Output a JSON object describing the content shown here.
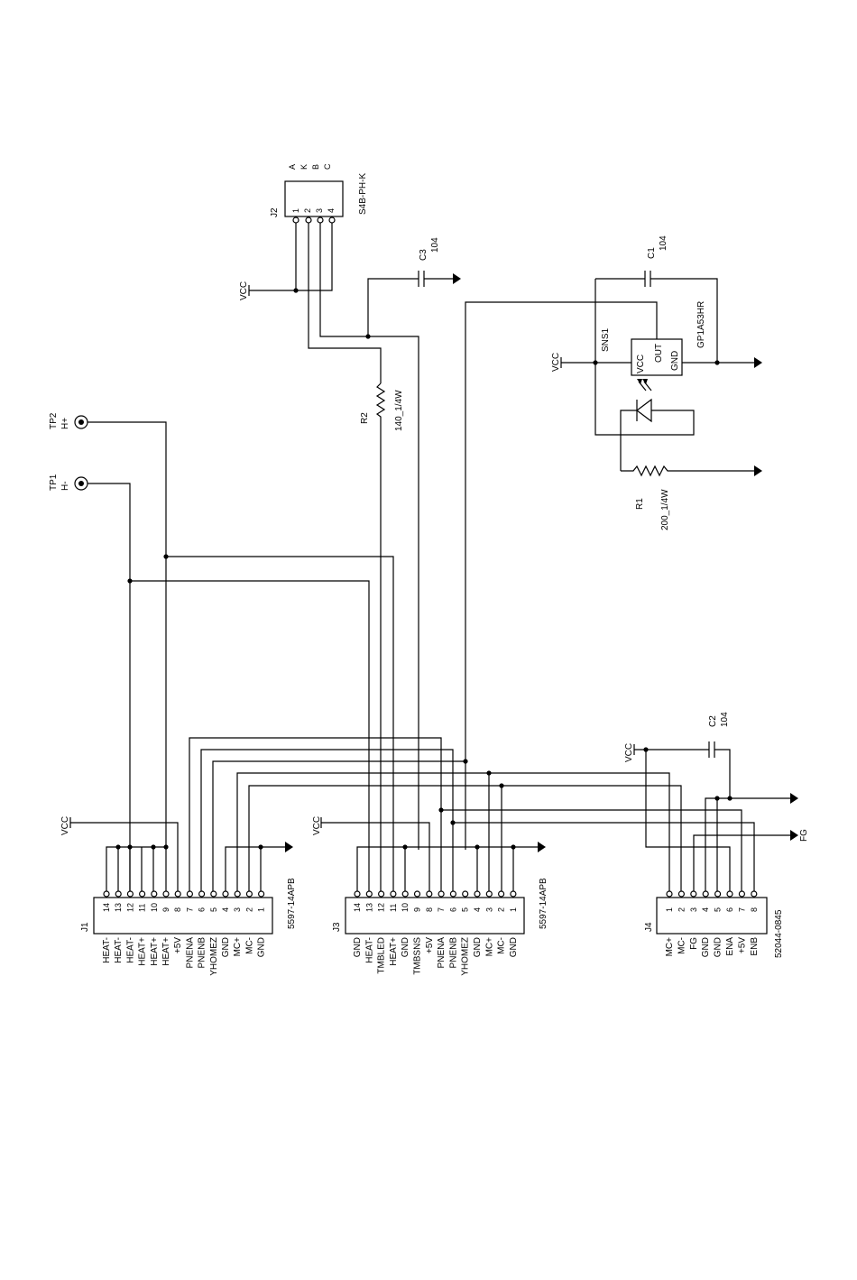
{
  "j1": {
    "ref": "J1",
    "part": "5597-14APB",
    "pin_numbers": [
      "14",
      "13",
      "12",
      "11",
      "10",
      "9",
      "8",
      "7",
      "6",
      "5",
      "4",
      "3",
      "2",
      "1"
    ],
    "pin_labels": [
      "HEAT-",
      "HEAT-",
      "HEAT-",
      "HEAT+",
      "HEAT+",
      "HEAT+",
      "+5V",
      "PNENA",
      "PNENB",
      "YHOMEZ",
      "GND",
      "MC+",
      "MC-",
      "GND"
    ],
    "vcc": "VCC"
  },
  "j3": {
    "ref": "J3",
    "part": "5597-14APB",
    "pin_numbers": [
      "14",
      "13",
      "12",
      "11",
      "10",
      "9",
      "8",
      "7",
      "6",
      "5",
      "4",
      "3",
      "2",
      "1"
    ],
    "pin_labels": [
      "GND",
      "HEAT-",
      "TMBLED",
      "HEAT+",
      "GND",
      "TMBSNS",
      "+5V",
      "PNENA",
      "PNENB",
      "YHOMEZ",
      "GND",
      "MC+",
      "MC-",
      "GND"
    ],
    "vcc": "VCC"
  },
  "j4": {
    "ref": "J4",
    "part": "52044-0845",
    "pin_numbers": [
      "1",
      "2",
      "3",
      "4",
      "5",
      "6",
      "7",
      "8"
    ],
    "pin_labels": [
      "MC+",
      "MC-",
      "FG",
      "GND",
      "GND",
      "ENA",
      "+5V",
      "ENB"
    ],
    "fg": "FG"
  },
  "j2": {
    "ref": "J2",
    "part": "S4B-PH-K",
    "pin_numbers": [
      "1",
      "2",
      "3",
      "4"
    ],
    "pin_labels": [
      "A",
      "K",
      "B",
      "C"
    ],
    "vcc": "VCC"
  },
  "c1": {
    "ref": "C1",
    "value": "104"
  },
  "c2": {
    "ref": "C2",
    "value": "104",
    "vcc": "VCC"
  },
  "c3": {
    "ref": "C3",
    "value": "104"
  },
  "r1": {
    "ref": "R1",
    "value": "200_1/4W"
  },
  "r2": {
    "ref": "R2",
    "value": "140_1/4W"
  },
  "sns1": {
    "ref": "SNS1",
    "part": "GP1A53HR",
    "pins": [
      "VCC",
      "OUT",
      "GND"
    ],
    "vcc": "VCC"
  },
  "tp1": {
    "ref": "TP1",
    "net": "H-"
  },
  "tp2": {
    "ref": "TP2",
    "net": "H+"
  }
}
